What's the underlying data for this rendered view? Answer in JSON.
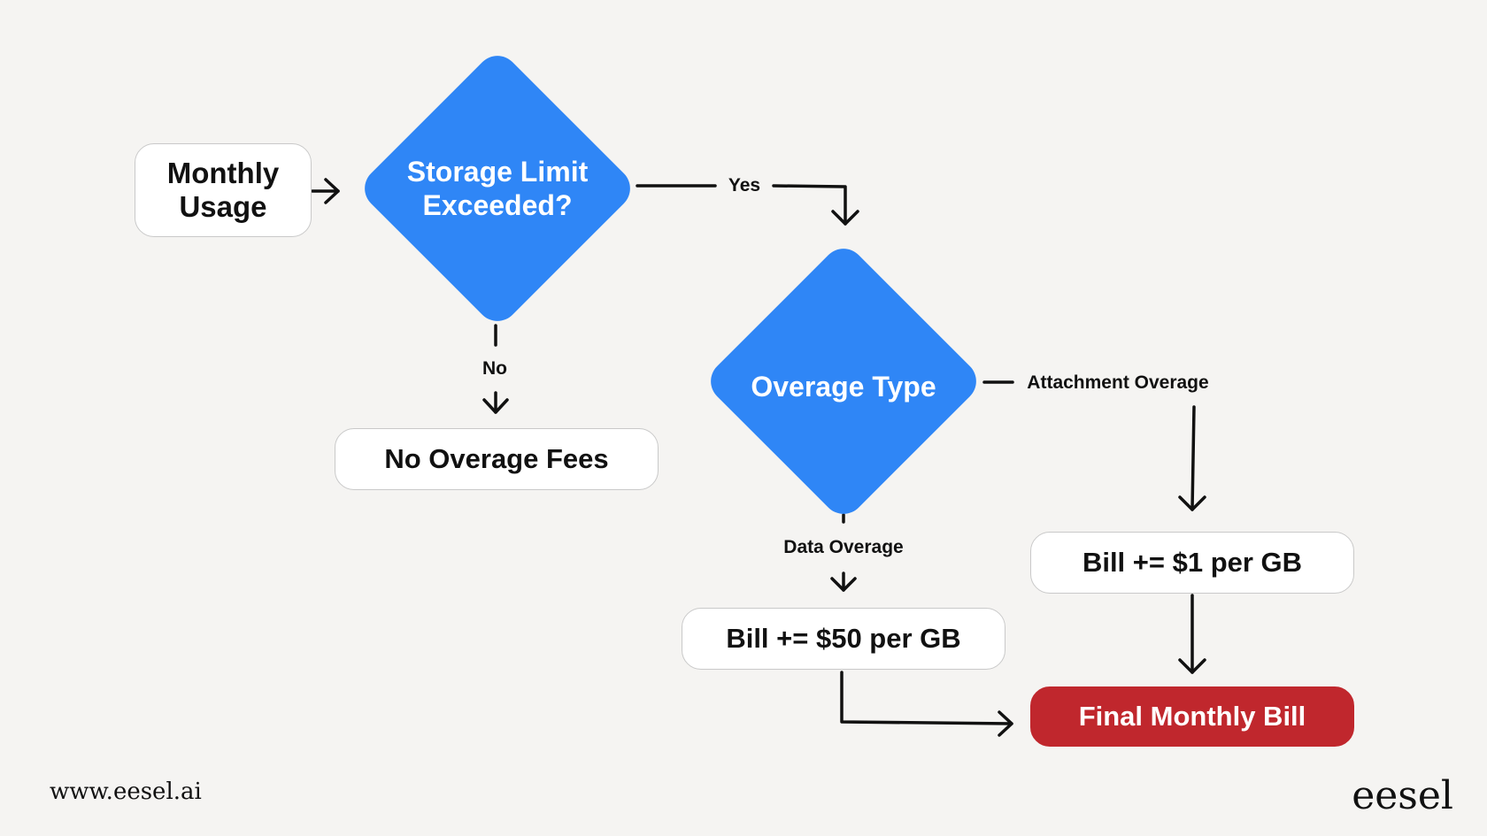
{
  "nodes": {
    "monthly_usage": "Monthly Usage",
    "storage_limit": "Storage Limit Exceeded?",
    "no_overage_fees": "No Overage Fees",
    "overage_type": "Overage Type",
    "bill_data": "Bill += $50 per GB",
    "bill_attachment": "Bill += $1 per GB",
    "final_bill": "Final Monthly Bill"
  },
  "edges": {
    "yes": "Yes",
    "no": "No",
    "attachment_overage": "Attachment Overage",
    "data_overage": "Data Overage"
  },
  "footer": {
    "url": "www.eesel.ai",
    "logo": "eesel"
  },
  "colors": {
    "background": "#f5f4f2",
    "decision": "#2f86f6",
    "final": "#c0272d",
    "node_border": "#c9c9c9"
  }
}
